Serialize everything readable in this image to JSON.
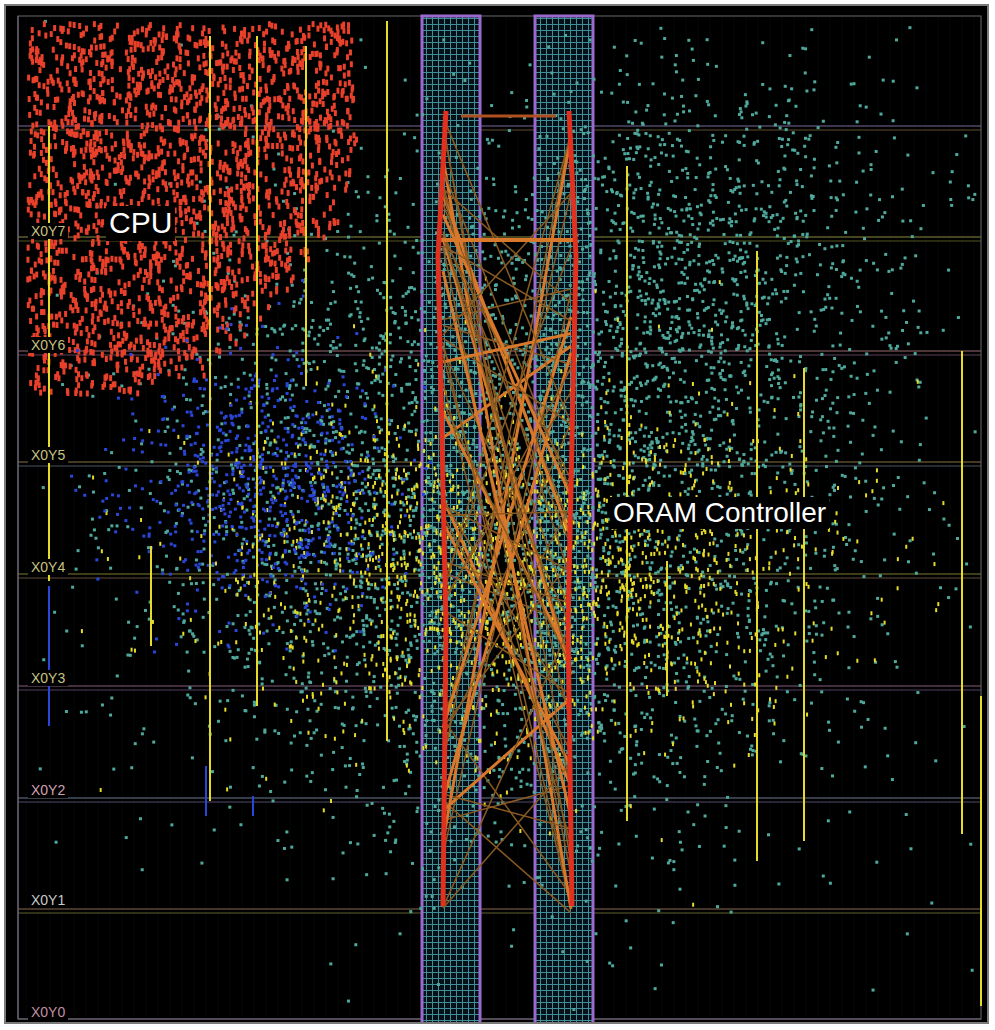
{
  "diagram": {
    "labels": [
      "CPU",
      "ORAM Controller",
      "X0Y7",
      "X0Y6",
      "X0Y5",
      "X0Y4",
      "X0Y3",
      "X0Y2",
      "X0Y1",
      "X0Y0"
    ]
  }
}
